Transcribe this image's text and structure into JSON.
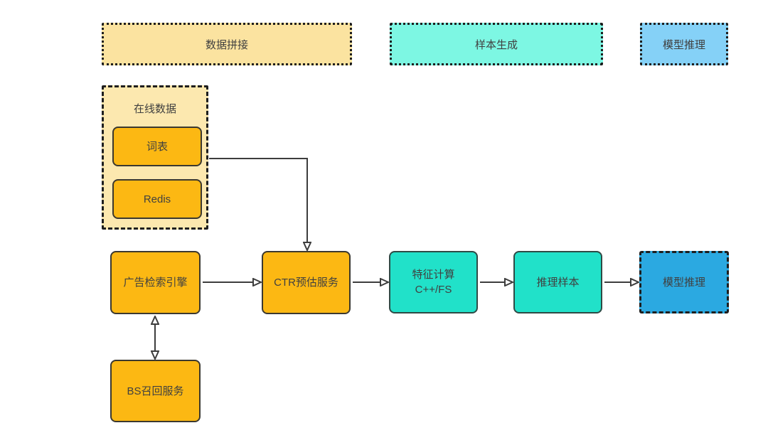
{
  "lanes": [
    {
      "id": "data-join",
      "label": "数据拼接"
    },
    {
      "id": "sample-gen",
      "label": "样本生成"
    },
    {
      "id": "model-infer",
      "label": "模型推理"
    }
  ],
  "group": {
    "title": "在线数据"
  },
  "nodes": {
    "vocab": {
      "label": "词表"
    },
    "redis": {
      "label": "Redis"
    },
    "ad_engine": {
      "label": "广告检索引擎"
    },
    "ctr_service": {
      "label": "CTR预估服务"
    },
    "feature_calc": {
      "line1": "特征计算",
      "line2": "C++/FS"
    },
    "inference_sample": {
      "label": "推理样本"
    },
    "model_inference": {
      "label": "模型推理"
    },
    "bs_recall": {
      "label": "BS召回服务"
    }
  },
  "edges": [
    {
      "from": "vocab",
      "to": "ctr_service",
      "style": "elbow",
      "direction": "one-way"
    },
    {
      "from": "ad_engine",
      "to": "ctr_service",
      "style": "straight",
      "direction": "one-way"
    },
    {
      "from": "ctr_service",
      "to": "feature_calc",
      "style": "straight",
      "direction": "one-way"
    },
    {
      "from": "feature_calc",
      "to": "inference_sample",
      "style": "straight",
      "direction": "one-way"
    },
    {
      "from": "inference_sample",
      "to": "model_inference",
      "style": "straight",
      "direction": "one-way"
    },
    {
      "from": "ad_engine",
      "to": "bs_recall",
      "style": "straight",
      "direction": "two-way"
    }
  ],
  "colors": {
    "lane_yellow": "#fbe3a0",
    "group_yellow": "#fce8af",
    "orange": "#fcb813",
    "aqua": "#7df7e3",
    "teal": "#21e1c9",
    "light_blue": "#85d1f7",
    "blue": "#2ba9e1",
    "line": "#3d3d3d",
    "ink": "#404040"
  }
}
